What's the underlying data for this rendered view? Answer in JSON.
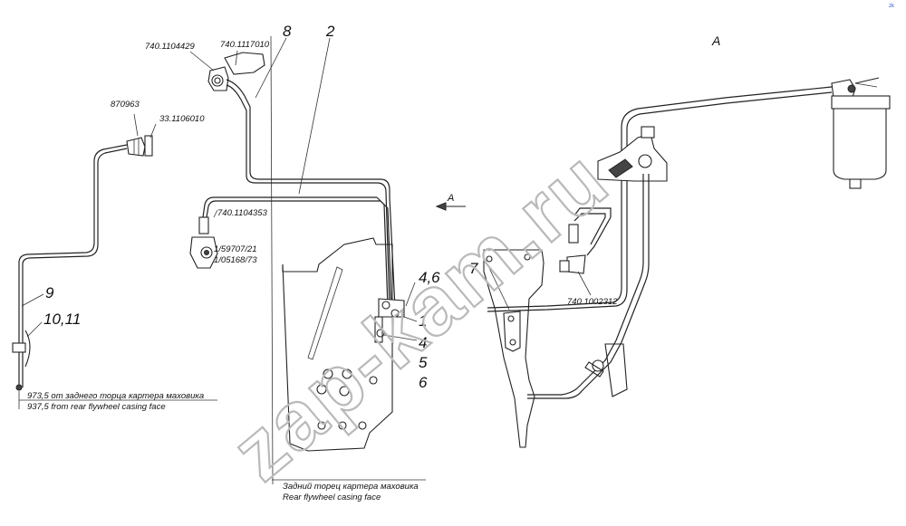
{
  "labels": {
    "p_740_1104429": "740.1104429",
    "p_740_1117010": "740.1117010",
    "p_870963": "870963",
    "p_33_1106010": "33.1106010",
    "p_740_1104353": "740.1104353",
    "p_1_59707_21": "1/59707/21",
    "p_1_05168_73": "1/05168/73",
    "p_740_1002312": "740.1002312"
  },
  "numbers": {
    "n8": "8",
    "n2": "2",
    "n9": "9",
    "n10_11": "10,11",
    "n4_6": "4,6",
    "n1": "1",
    "n4": "4",
    "n5": "5",
    "n6": "6",
    "n7": "7"
  },
  "views": {
    "view_a": "A",
    "arrow_a": "A"
  },
  "notes": {
    "dim_ru": "973,5 от заднего торца картера маховика",
    "dim_en": "937,5 from rear flywheel casing face",
    "face_ru": "Задний торец картера маховика",
    "face_en": "Rear flywheel casing face"
  },
  "watermark": "zap-kam.ru",
  "logo": "zk"
}
